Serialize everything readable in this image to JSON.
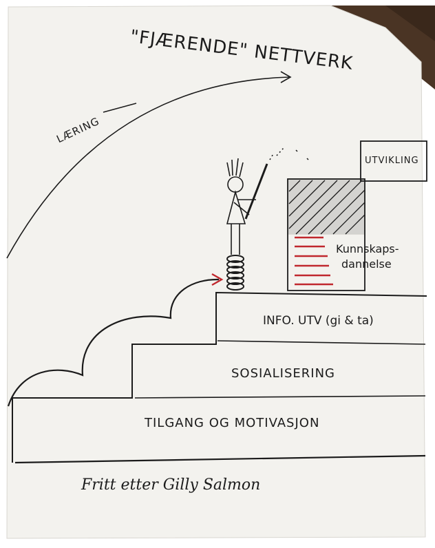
{
  "title": "\"FJÆRENDE\" NETTVERK",
  "arc_label": "LÆRING",
  "top_block_label": "UTVIKLING",
  "knowledge_label_line1": "Kunnskaps-",
  "knowledge_label_line2": "dannelse",
  "steps": [
    {
      "label": "TILGANG OG MOTIVASJON"
    },
    {
      "label": "SOSIALISERING"
    },
    {
      "label": "INFO. UTV (gi & ta)"
    }
  ],
  "credit": "Fritt etter Gilly Salmon",
  "colors": {
    "ink": "#1b1b1b",
    "paper": "#f3f2ee",
    "accent_red": "#c0272d",
    "background": "#4a3424"
  }
}
